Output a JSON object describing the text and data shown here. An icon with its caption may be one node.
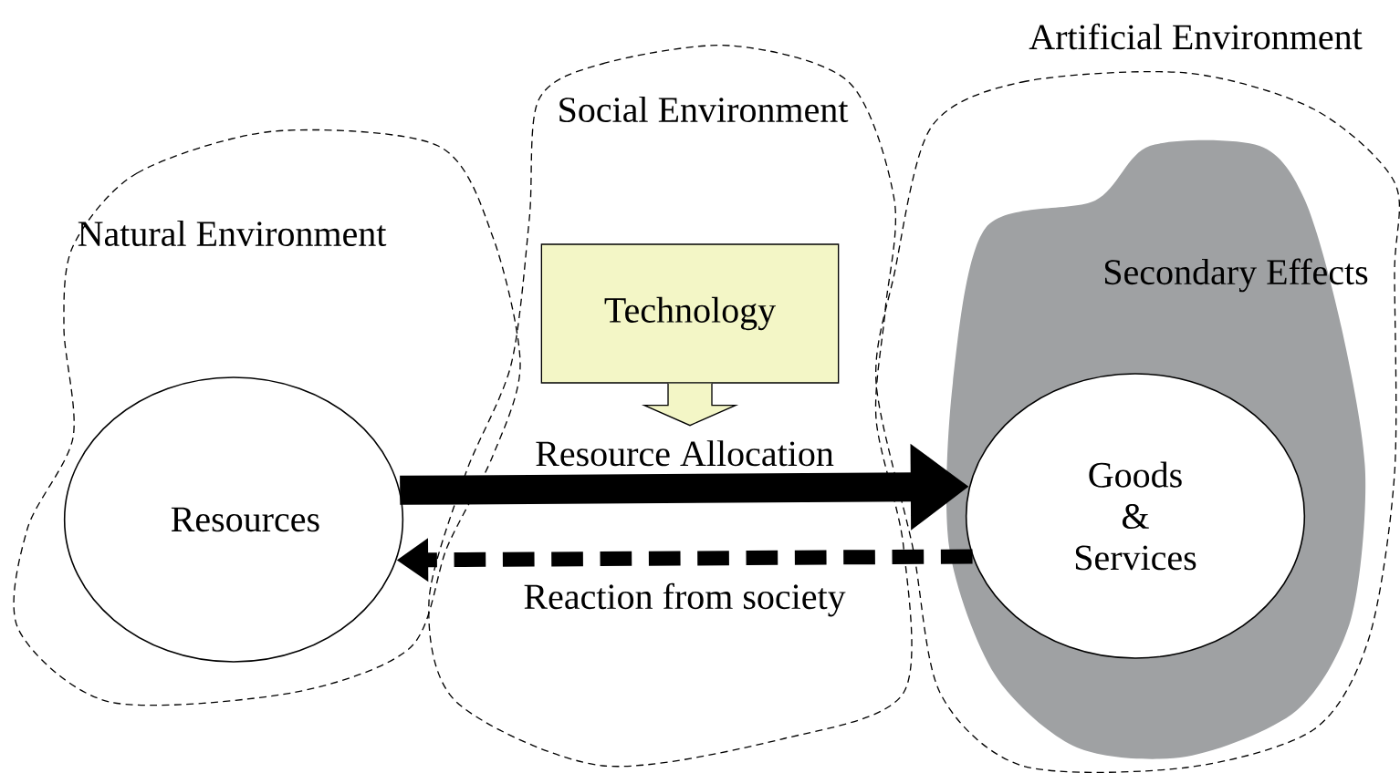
{
  "diagram": {
    "nodes": [
      {
        "text": [
          "Natural Environment"
        ]
      },
      {
        "text": [
          "Resources"
        ],
        "in": 0
      },
      {
        "text": [
          "Social Environment"
        ]
      },
      {
        "text": [
          "Technology"
        ],
        "in": 2
      },
      {
        "text": [
          "Artificial Environment"
        ]
      },
      {
        "text": [
          "Secondary Effects"
        ],
        "in": 4
      },
      {
        "text": [
          "Goods & Services"
        ],
        "in": 5
      }
    ],
    "edges": [
      {
        "from": 1,
        "to": 6,
        "arrow": "to",
        "label": "Resource Allocation",
        "style": "thick"
      },
      {
        "from": 6,
        "to": 1,
        "arrow": "to",
        "label": "Reaction from society",
        "style": "dashed"
      },
      {
        "from": 3,
        "to": null,
        "arrow": "to"
      }
    ]
  }
}
